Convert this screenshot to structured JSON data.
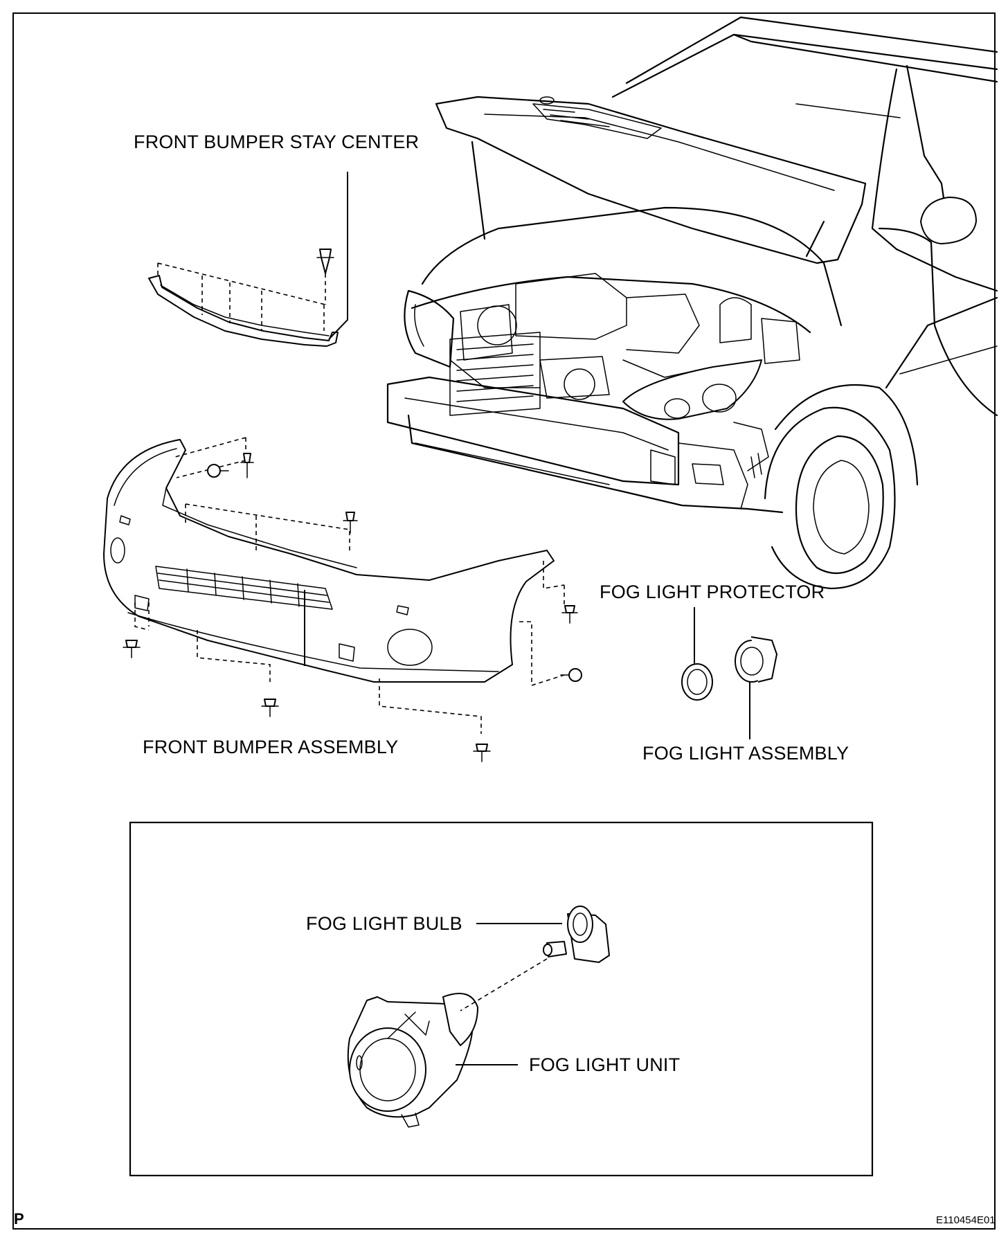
{
  "labels": {
    "front_bumper_stay_center": "FRONT BUMPER STAY CENTER",
    "front_bumper_assembly": "FRONT BUMPER ASSEMBLY",
    "fog_light_protector": "FOG LIGHT PROTECTOR",
    "fog_light_assembly": "FOG LIGHT ASSEMBLY",
    "fog_light_bulb": "FOG LIGHT BULB",
    "fog_light_unit": "FOG LIGHT UNIT"
  },
  "corner": {
    "page_mark": "P",
    "figure_code": "E110454E01"
  },
  "colors": {
    "line": "#000000",
    "background": "#ffffff"
  }
}
